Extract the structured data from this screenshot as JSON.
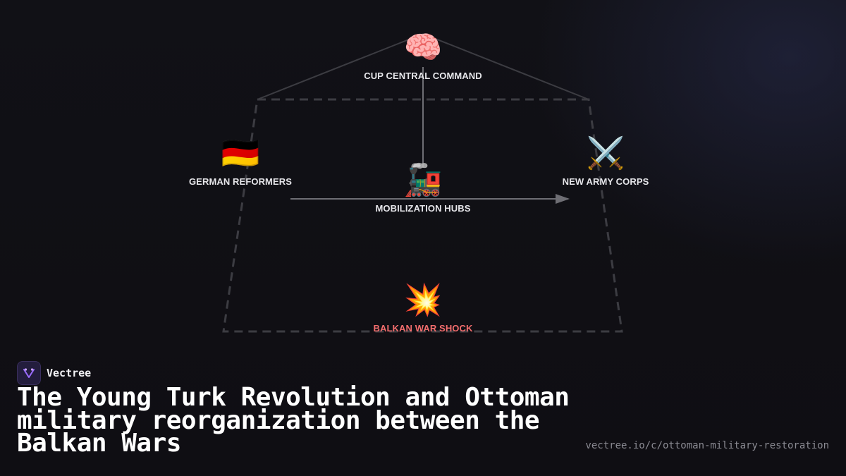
{
  "diagram": {
    "nodes": [
      {
        "id": "cup",
        "label": "CUP CENTRAL COMMAND",
        "emoji": "🧠",
        "icon": "brain-icon"
      },
      {
        "id": "german",
        "label": "GERMAN REFORMERS",
        "emoji": "🇩🇪",
        "icon": "german-flag-icon"
      },
      {
        "id": "mobilization",
        "label": "MOBILIZATION HUBS",
        "emoji": "🚂",
        "icon": "locomotive-icon"
      },
      {
        "id": "army",
        "label": "NEW ARMY CORPS",
        "emoji": "⚔️",
        "icon": "crossed-swords-icon"
      },
      {
        "id": "balkan",
        "label": "BALKAN WAR SHOCK",
        "emoji": "💥",
        "icon": "explosion-icon"
      }
    ],
    "edges": [
      {
        "from": "cup",
        "to": "mobilization",
        "arrow": false
      },
      {
        "from": "german",
        "to": "army",
        "arrow": true
      }
    ],
    "colors": {
      "node_label": "#e6e6ea",
      "alert_label": "#f26d6d",
      "frame_line": "#3c3c42",
      "edge_line": "#6e6e74"
    }
  },
  "brand": {
    "name": "Vectree",
    "logo_icon": "vectree-logo-icon"
  },
  "title": "The Young Turk Revolution and Ottoman military reorganization between the Balkan Wars",
  "url": "vectree.io/c/ottoman-military-restoration"
}
